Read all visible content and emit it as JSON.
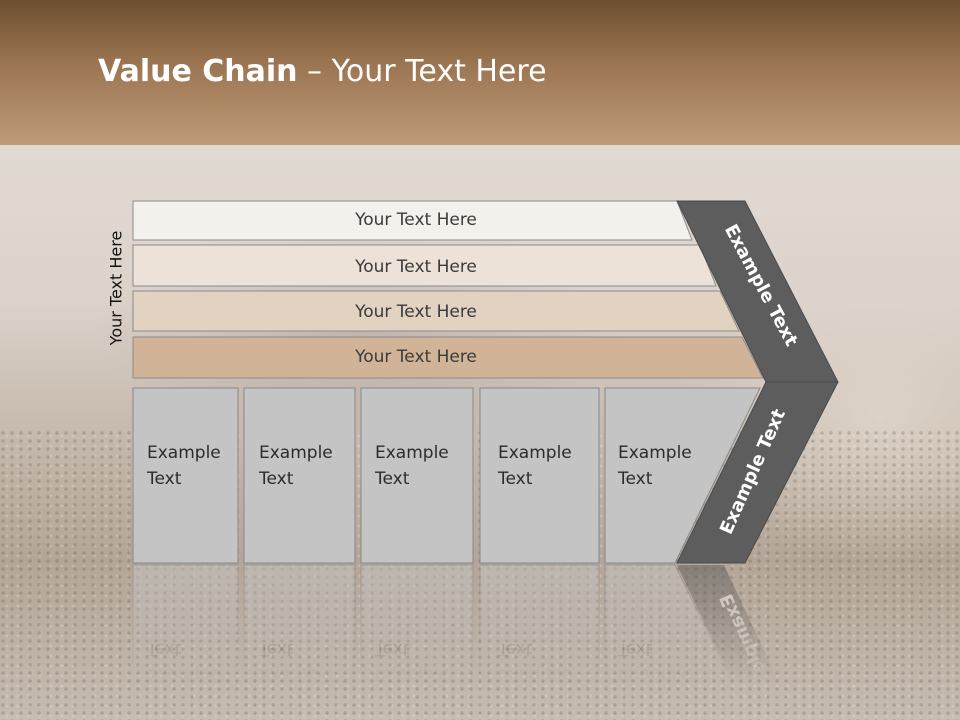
{
  "title": {
    "bold": "Value Chain",
    "rest": " – Your Text Here"
  },
  "side_label": "Your Text Here",
  "bars": [
    {
      "label": "Your Text Here",
      "fill": "#f4f0ec"
    },
    {
      "label": "Your Text Here",
      "fill": "#ece2d8"
    },
    {
      "label": "Your Text Here",
      "fill": "#e2d2c2"
    },
    {
      "label": "Your Text Here",
      "fill": "#d1b498"
    }
  ],
  "boxes": [
    {
      "line1": "Example",
      "line2": "Text"
    },
    {
      "line1": "Example",
      "line2": "Text"
    },
    {
      "line1": "Example",
      "line2": "Text"
    },
    {
      "line1": "Example",
      "line2": "Text"
    },
    {
      "line1": "Example",
      "line2": "Text"
    }
  ],
  "chevron": {
    "upper": "Example Text",
    "lower": "Example Text"
  },
  "colors": {
    "header": "#9c7652",
    "box": "#c4c4c4",
    "chevron": "#5d5d5d"
  }
}
